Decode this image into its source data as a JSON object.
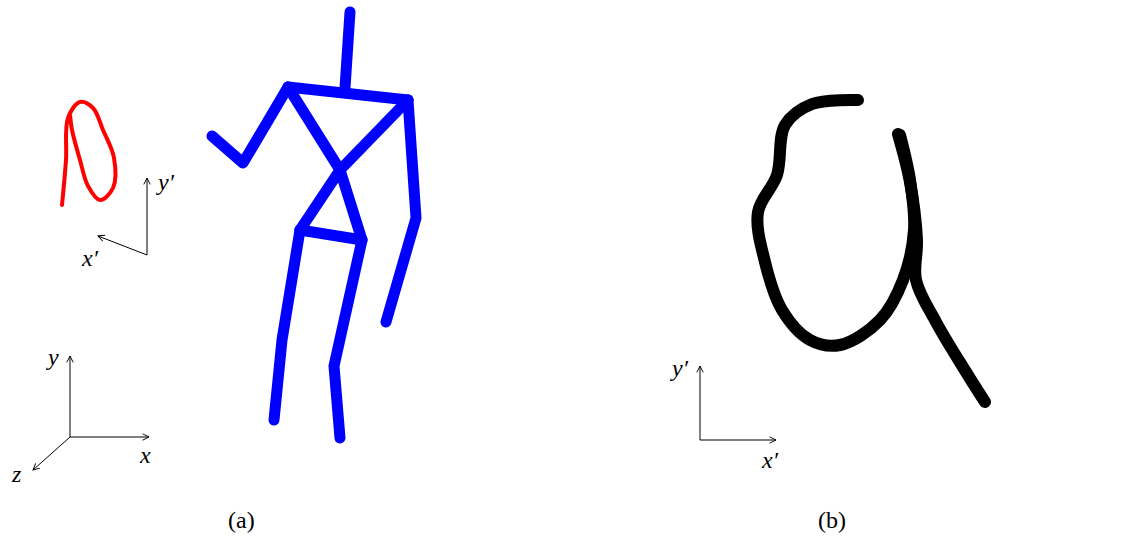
{
  "diagram": {
    "labels": [
      "y′",
      "x′",
      "y",
      "z",
      "x",
      "(a)",
      "y′",
      "x′",
      "(b)"
    ]
  }
}
